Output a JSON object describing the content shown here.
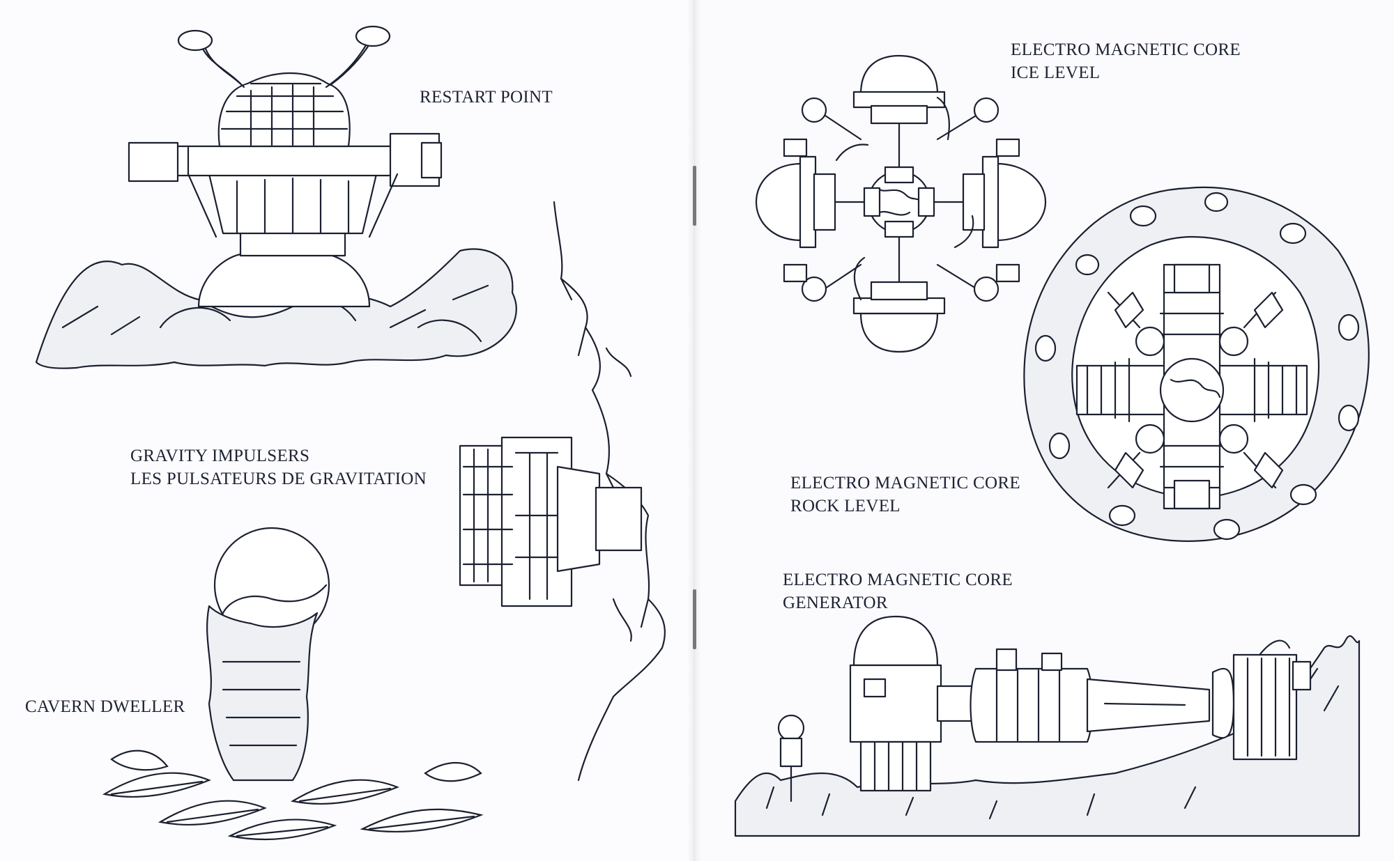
{
  "captions": {
    "restart_point": "RESTART POINT",
    "gravity_impulsers": {
      "line1": "GRAVITY IMPULSERS",
      "line2": "LES PULSATEURS DE GRAVITATION"
    },
    "cavern_dweller": "CAVERN DWELLER",
    "core_ice": {
      "line1": "ELECTRO MAGNETIC CORE",
      "line2": "ICE LEVEL"
    },
    "core_rock": {
      "line1": "ELECTRO MAGNETIC CORE",
      "line2": "ROCK LEVEL"
    },
    "core_generator": {
      "line1": "ELECTRO MAGNETIC CORE",
      "line2": "GENERATOR"
    }
  },
  "colors": {
    "ink": "#1b2030",
    "paper": "#fbfbfd"
  }
}
